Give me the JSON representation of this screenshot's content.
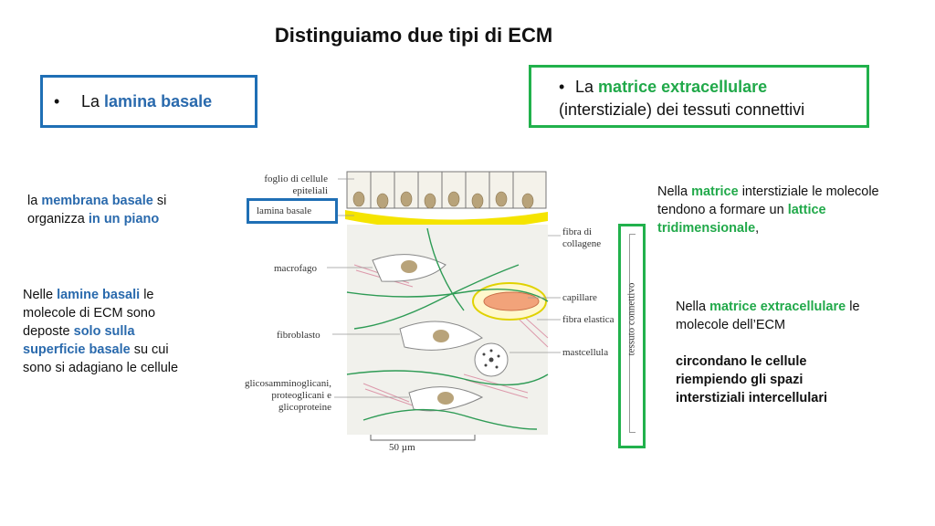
{
  "title": "Distinguiamo due tipi di ECM",
  "left_box": {
    "bullet": "•",
    "prefix": "La",
    "highlight": "lamina basale"
  },
  "right_box": {
    "bullet": "•",
    "prefix": "La",
    "highlight": "matrice extracellulare",
    "line2": "(interstiziale) dei tessuti connettivi"
  },
  "left_note1": {
    "t1": "la",
    "h1": "membrana basale",
    "t2": "si",
    "t3": "organizza",
    "h2": "in un piano"
  },
  "left_note2": {
    "t1": "Nelle",
    "h1": "lamine basali",
    "t2": "le",
    "t3": "molecole di ECM sono",
    "t4": "deposte",
    "h2": "solo sulla",
    "h3": "superficie basale",
    "t5": "su cui",
    "t6": "sono si adagiano le cellule"
  },
  "right_note1": {
    "t1": "Nella",
    "h1": "matrice",
    "t2": "interstiziale le molecole",
    "t3": "tendono a formare un",
    "h2": "lattice",
    "h3": "tridimensionale",
    "t4": ","
  },
  "right_note2": {
    "t1": "Nella",
    "h1": "matrice extracellulare",
    "t2": "le",
    "t3": "molecole dell’ECM",
    "b1": "circondano le cellule",
    "b2": "riempiendo gli spazi",
    "b3": "interstiziali intercellulari"
  },
  "figure": {
    "labels_left": {
      "foglio1": "foglio di cellule",
      "foglio2": "epiteliali",
      "lamina": "lamina basale",
      "macrofago": "macrofago",
      "fibroblasto": "fibroblasto",
      "glico1": "glicosamminoglicani,",
      "glico2": "proteoglicani e",
      "glico3": "glicoproteine"
    },
    "labels_right": {
      "fibra1": "fibra di",
      "fibra2": "collagene",
      "capillare": "capillare",
      "elastica": "fibra elastica",
      "mastcellula": "mastcellula"
    },
    "vertical_label": "tessuto connettivo",
    "scale": "50 µm"
  },
  "colors": {
    "blue": "#1f6fb5",
    "green": "#21b14c",
    "yellow": "#f5e400"
  }
}
